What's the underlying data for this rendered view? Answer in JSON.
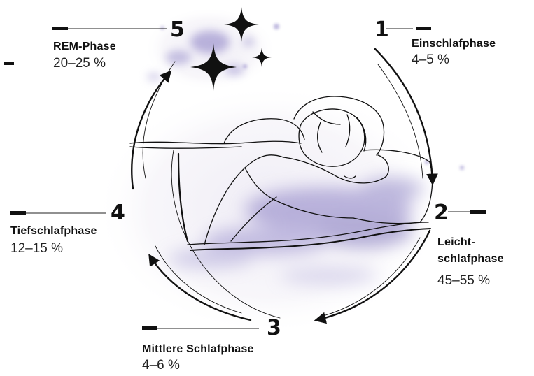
{
  "phases": [
    {
      "number": "1",
      "name": "Einschlafphase",
      "share": "4–5 %"
    },
    {
      "number": "2",
      "name_line1": "Leicht-",
      "name_line2": "schlafphase",
      "share": "45–55 %"
    },
    {
      "number": "3",
      "name": "Mittlere Schlafphase",
      "share": "4–6 %"
    },
    {
      "number": "4",
      "name": "Tiefschlafphase",
      "share": "12–15 %"
    },
    {
      "number": "5",
      "name": "REM-Phase",
      "share": "20–25 %"
    }
  ],
  "colors": {
    "ink": "#111111",
    "accent_watercolor": "#8a7fc4",
    "background": "#ffffff"
  },
  "icons": [
    "sparkle-icon",
    "cycle-arrow-icon"
  ]
}
